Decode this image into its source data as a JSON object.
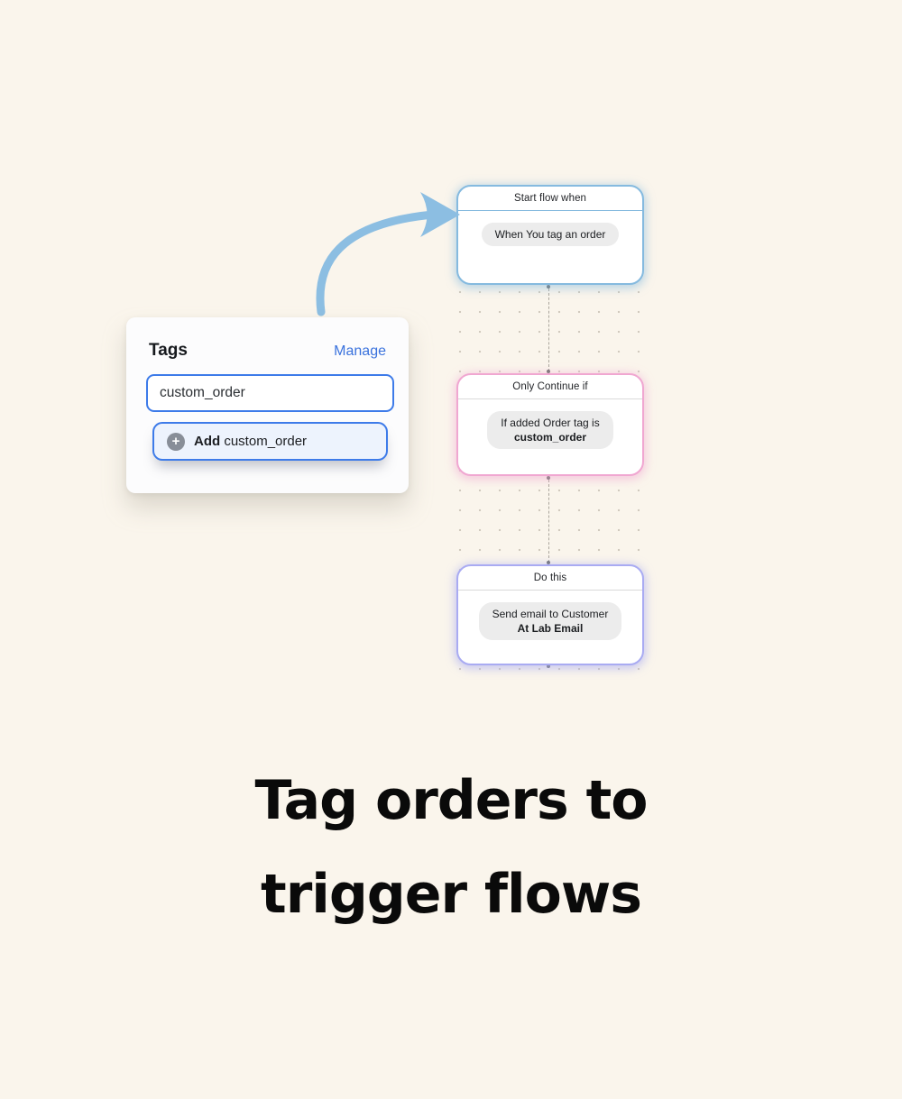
{
  "page": {
    "title_line1": "Tag orders to",
    "title_line2": "trigger flows",
    "background": "#FAF5EC"
  },
  "flow": {
    "cards": [
      {
        "header": "Start flow when",
        "line1": "When You tag an order",
        "line2": "",
        "accent": "#85BADF"
      },
      {
        "header": "Only Continue if",
        "line1": "If added Order tag is",
        "line2": "custom_order",
        "accent": "#F0A7D1"
      },
      {
        "header": "Do this",
        "line1": "Send email to Customer",
        "line2": "At Lab Email",
        "accent": "#A9ABF2"
      }
    ]
  },
  "tags_panel": {
    "title": "Tags",
    "manage_label": "Manage",
    "input_value": "custom_order",
    "add_button": {
      "prefix": "Add",
      "value": "custom_order"
    },
    "accent_blue": "#3D7BE9",
    "link_blue": "#3A72DD"
  },
  "arrow": {
    "color": "#8CBEE2"
  }
}
